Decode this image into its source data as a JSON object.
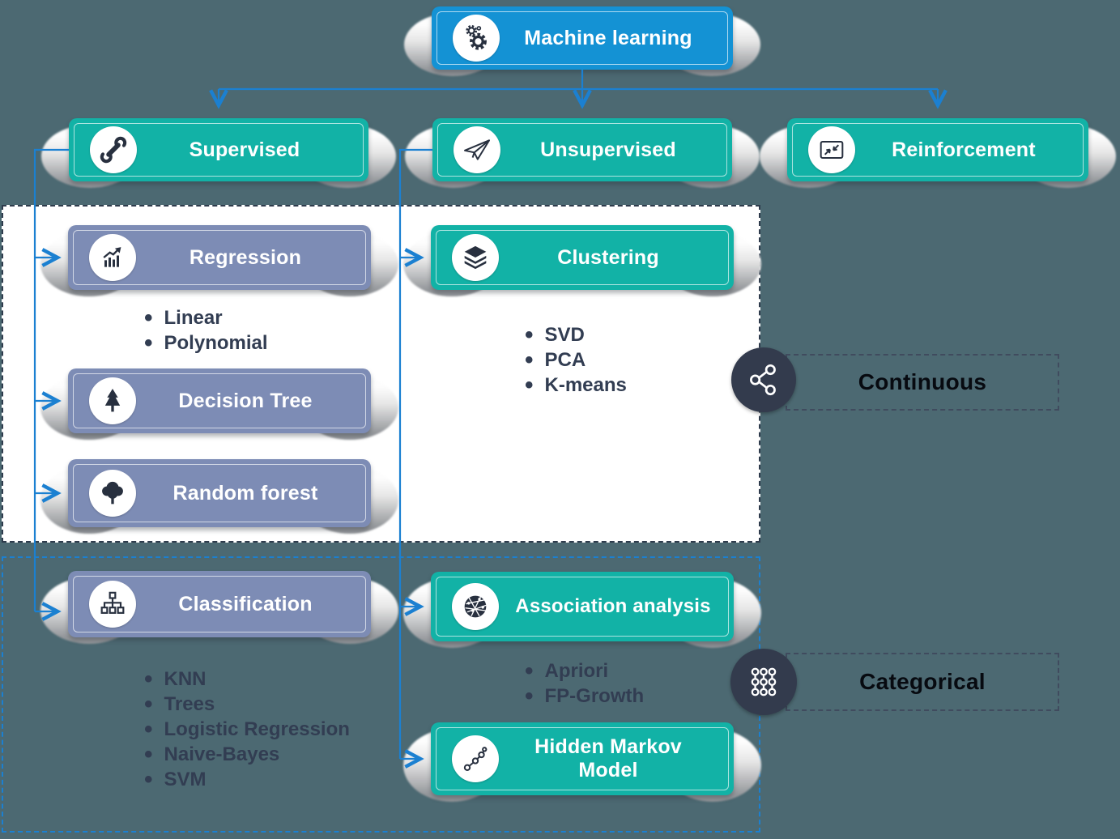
{
  "root": {
    "label": "Machine learning",
    "icon": "gears-icon"
  },
  "branches": [
    {
      "label": "Supervised",
      "icon": "wrench-icon"
    },
    {
      "label": "Unsupervised",
      "icon": "paper-plane-icon"
    },
    {
      "label": "Reinforcement",
      "icon": "screen-compress-icon"
    }
  ],
  "supervised_children": [
    {
      "label": "Regression",
      "icon": "chart-increase-icon",
      "items": [
        "Linear",
        "Polynomial"
      ]
    },
    {
      "label": "Decision Tree",
      "icon": "pine-tree-icon",
      "items": []
    },
    {
      "label": "Random forest",
      "icon": "round-tree-icon",
      "items": []
    },
    {
      "label": "Classification",
      "icon": "hierarchy-icon",
      "items": [
        "KNN",
        "Trees",
        "Logistic Regression",
        "Naive-Bayes",
        "SVM"
      ]
    }
  ],
  "unsupervised_children": [
    {
      "label": "Clustering",
      "icon": "layers-icon",
      "items": [
        "SVD",
        "PCA",
        "K-means"
      ]
    },
    {
      "label": "Association analysis",
      "icon": "globe-network-icon",
      "items": [
        "Apriori",
        "FP-Growth"
      ]
    },
    {
      "label": "Hidden Markov Model",
      "icon": "markov-chain-icon",
      "items": []
    }
  ],
  "badges": [
    {
      "label": "Continuous",
      "icon": "share-nodes-icon"
    },
    {
      "label": "Categorical",
      "icon": "dots-grid-icon"
    }
  ],
  "colors": {
    "page_background": "#4c6972",
    "root_blue": "#1492d4",
    "branch_teal": "#12b2a6",
    "sub_slate_blue": "#7d8cb5",
    "connector_blue": "#1b80d1",
    "dark_navy": "#2e3b4c",
    "badge_circle_dark": "#333b4d",
    "panel_white": "#ffffff"
  }
}
